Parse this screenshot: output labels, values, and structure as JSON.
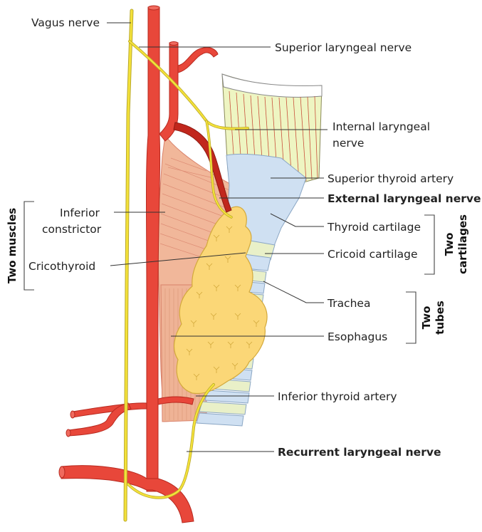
{
  "labels": {
    "vagus_nerve": "Vagus nerve",
    "superior_laryngeal_nerve": "Superior laryngeal nerve",
    "internal_laryngeal_nerve_1": "Internal laryngeal",
    "internal_laryngeal_nerve_2": "nerve",
    "superior_thyroid_artery": "Superior thyroid artery",
    "external_laryngeal_nerve": "External laryngeal nerve",
    "inferior_constrictor_1": "Inferior",
    "inferior_constrictor_2": "constrictor",
    "thyroid_cartilage": "Thyroid cartilage",
    "cricothyroid": "Cricothyroid",
    "cricoid_cartilage": "Cricoid cartilage",
    "trachea": "Trachea",
    "esophagus": "Esophagus",
    "inferior_thyroid_artery": "Inferior thyroid artery",
    "recurrent_laryngeal_nerve": "Recurrent laryngeal nerve"
  },
  "groups": {
    "two_muscles": "Two muscles",
    "two_cartilages_1": "Two",
    "two_cartilages_2": "cartilages",
    "two_tubes_1": "Two",
    "two_tubes_2": "tubes"
  },
  "colors": {
    "artery": "#e8473a",
    "artery_dark": "#b8291f",
    "nerve": "#f4e23a",
    "nerve_outline": "#b9a82a",
    "muscle": "#f1b79a",
    "muscle_line": "#d9826b",
    "cartilage": "#cfe0f2",
    "cartilage_outline": "#8aa6c4",
    "ring": "#e9f0c8",
    "thyroid_gland": "#fbd777",
    "gland_outline": "#d3a93c",
    "hyoid_region": "#eef5c2",
    "text": "#222222"
  }
}
